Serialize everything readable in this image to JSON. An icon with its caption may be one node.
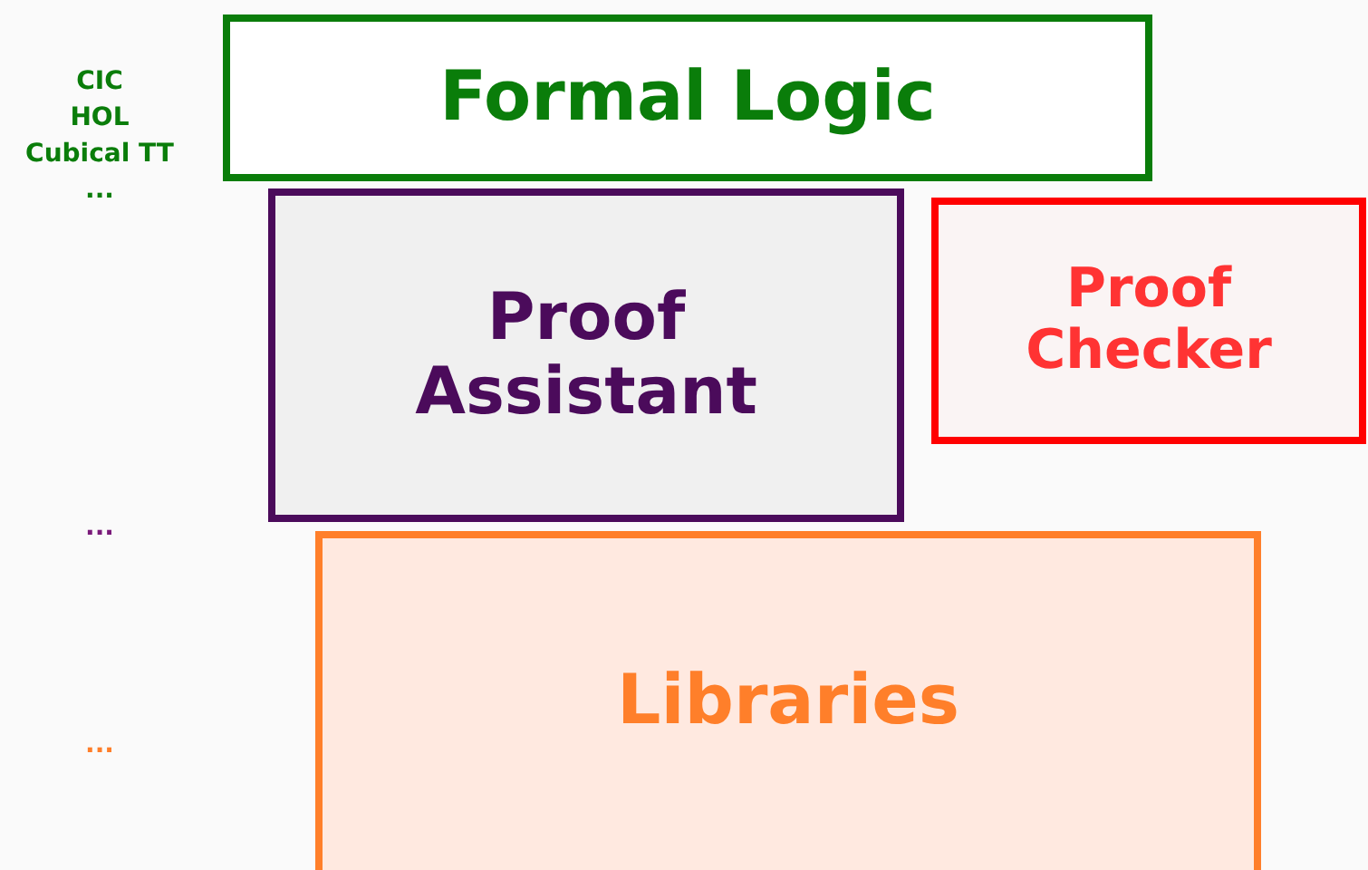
{
  "diagram": {
    "nodes": [
      {
        "text": [
          "Formal Logic"
        ]
      },
      {
        "text": [
          "Proof Assistant"
        ]
      },
      {
        "text": [
          "Proof Checker"
        ]
      },
      {
        "text": [
          "Libraries"
        ]
      }
    ],
    "labels": [
      "CIC",
      "HOL",
      "Cubical TT",
      "...",
      "...",
      "..."
    ]
  }
}
